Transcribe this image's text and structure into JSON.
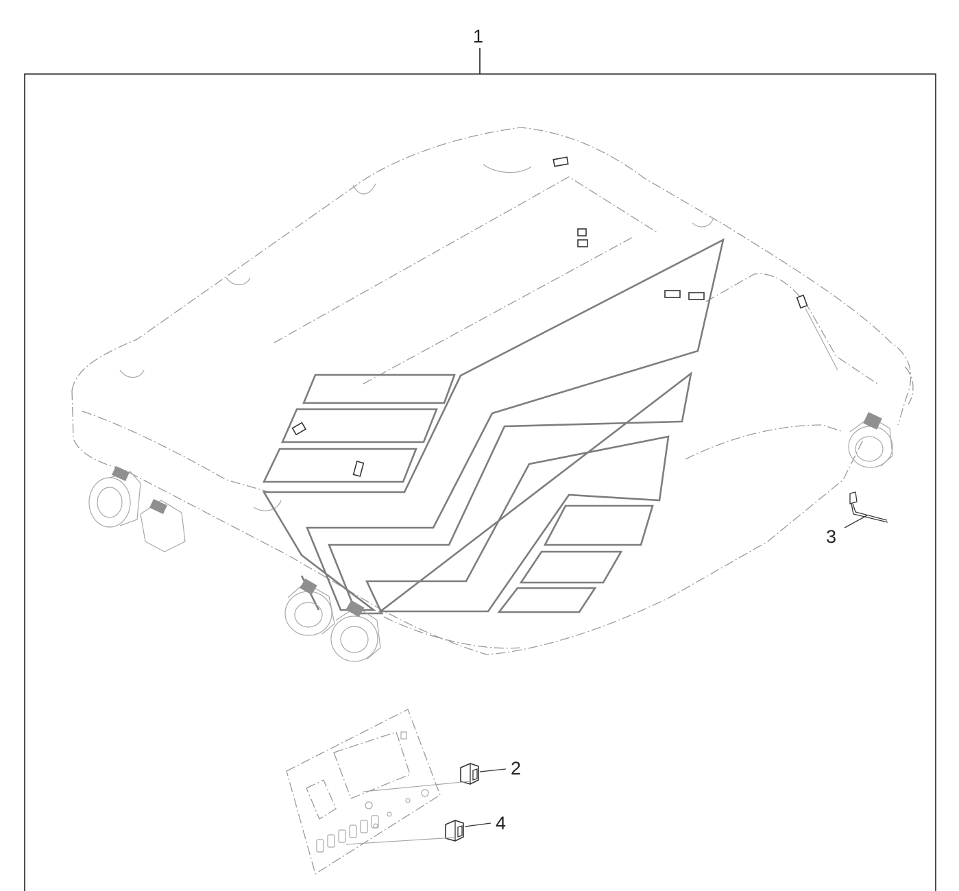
{
  "callouts": {
    "c1": "1",
    "c2": "2",
    "c3": "3",
    "c4": "4"
  },
  "colors": {
    "background": "#ffffff",
    "frame": "#222222",
    "harness": "#7d7d7d",
    "ghost_outline": "#9a9a9a"
  }
}
